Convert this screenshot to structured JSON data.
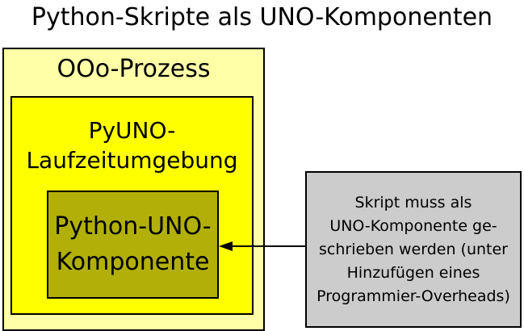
{
  "title": "Python-Skripte als UNO-Komponenten",
  "diagram": {
    "outer_box": {
      "label": "OOo-Prozess",
      "fill": "#ffffa8",
      "border": "#000000"
    },
    "runtime_box": {
      "label_line1": "PyUNO-",
      "label_line2": "Laufzeitumgebung",
      "fill": "#ffff00",
      "border": "#000000"
    },
    "component_box": {
      "label_line1": "Python-UNO-",
      "label_line2": "Komponente",
      "fill": "#b2b008",
      "border": "#000000"
    },
    "note_box": {
      "lines": [
        "Skript muss als",
        "UNO-Komponente ge-",
        "schrieben werden (unter",
        "Hinzufügen eines",
        "Programmier-Overheads)"
      ],
      "fill": "#cccccc",
      "border": "#000000"
    },
    "arrow": {
      "direction": "left",
      "from": "note_box",
      "to": "component_box",
      "color": "#000000"
    }
  }
}
